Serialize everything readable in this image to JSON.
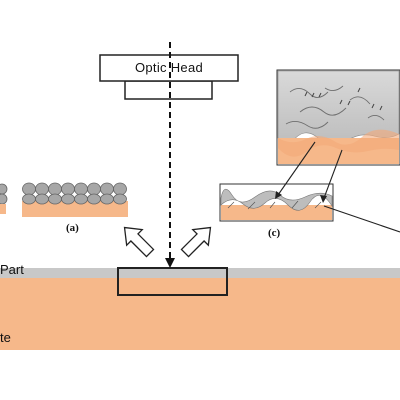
{
  "optic_head": {
    "label": "Optic Head"
  },
  "layers": {
    "part_label": "Part",
    "base_label": "te"
  },
  "insets": {
    "a_label": "(a)",
    "c_label": "(c)"
  },
  "colors": {
    "substrate": "#f6b88a",
    "coating": "#c8c8c8",
    "powder": "#a7a7a7",
    "outline": "#222222"
  }
}
